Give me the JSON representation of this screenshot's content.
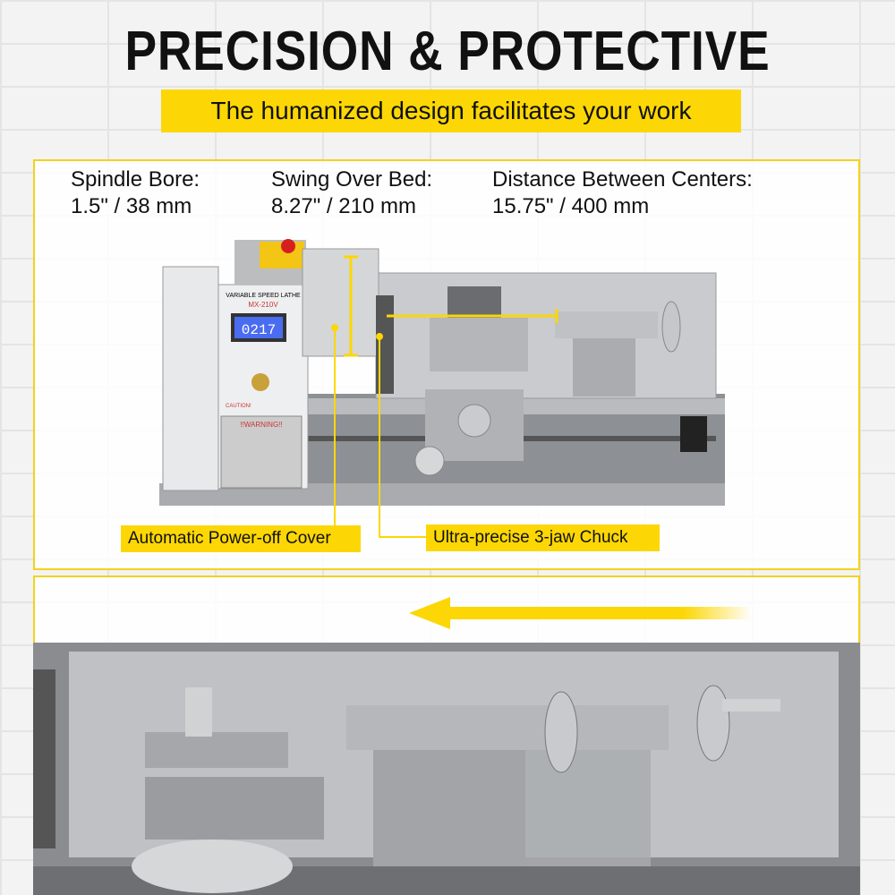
{
  "title": "PRECISION & PROTECTIVE",
  "subtitle": "The humanized design facilitates your work",
  "specs": [
    {
      "label": "Spindle Bore:",
      "value": "1.5\" / 38 mm"
    },
    {
      "label": "Swing Over Bed:",
      "value": "8.27\" / 210 mm"
    },
    {
      "label": "Distance Between Centers:",
      "value": "15.75\" / 400 mm"
    }
  ],
  "callouts": [
    "Automatic Power-off Cover",
    "Ultra-precise 3-jaw Chuck"
  ],
  "machine": {
    "panel_title": "VARIABLE SPEED LATHE",
    "model": "MX-210V",
    "display": "0217",
    "warning": "!!WARNING!!",
    "caution": "CAUTION!"
  },
  "colors": {
    "accent": "#fcd705",
    "border": "#f3d21c",
    "lcd": "#4a6cf0"
  }
}
